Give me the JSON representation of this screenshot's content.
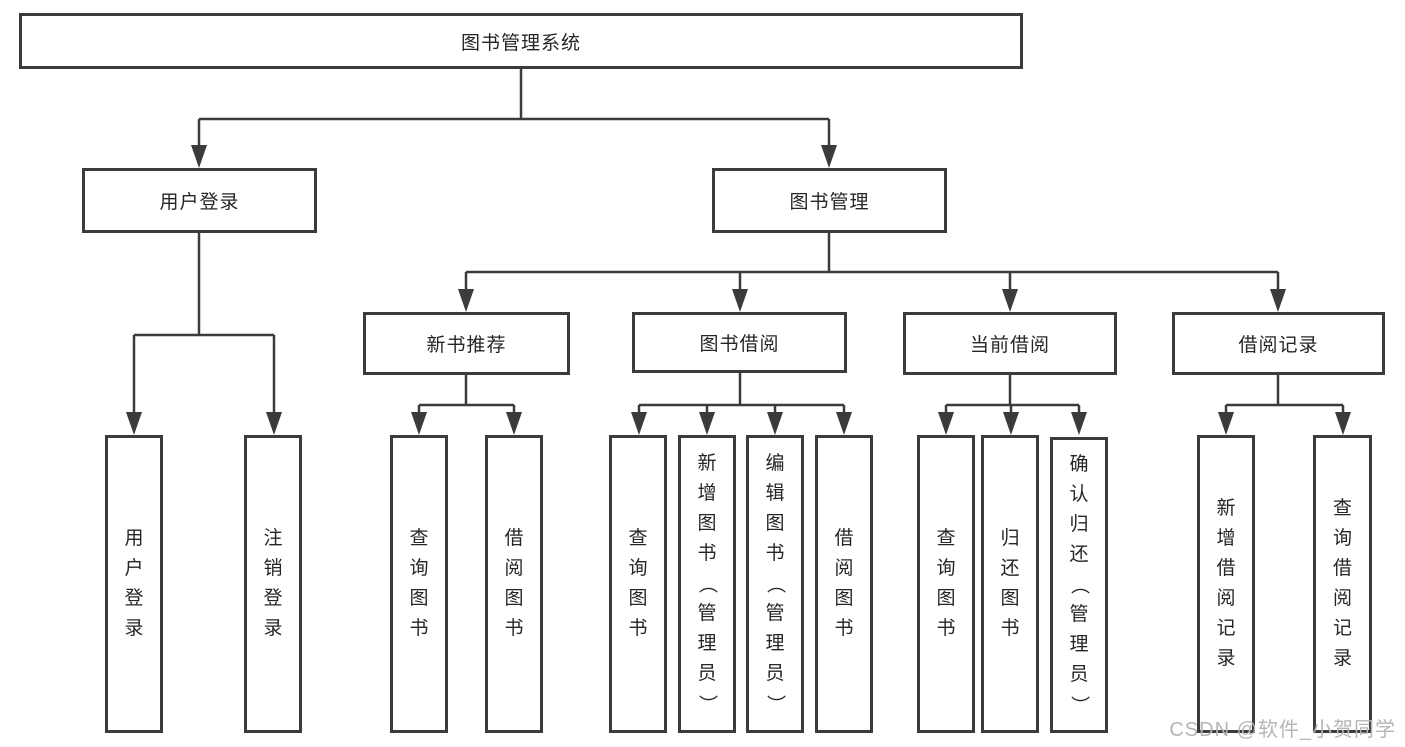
{
  "diagram": {
    "title": "图书管理系统",
    "tree": {
      "label": "图书管理系统",
      "children": [
        {
          "label": "用户登录",
          "children": [
            {
              "label": "用户登录"
            },
            {
              "label": "注销登录"
            }
          ]
        },
        {
          "label": "图书管理",
          "children": [
            {
              "label": "新书推荐",
              "children": [
                {
                  "label": "查询图书"
                },
                {
                  "label": "借阅图书"
                }
              ]
            },
            {
              "label": "图书借阅",
              "children": [
                {
                  "label": "查询图书"
                },
                {
                  "label": "新增图书（管理员）"
                },
                {
                  "label": "编辑图书（管理员）"
                },
                {
                  "label": "借阅图书"
                }
              ]
            },
            {
              "label": "当前借阅",
              "children": [
                {
                  "label": "查询图书"
                },
                {
                  "label": "归还图书"
                },
                {
                  "label": "确认归还（管理员）"
                }
              ]
            },
            {
              "label": "借阅记录",
              "children": [
                {
                  "label": "新增借阅记录"
                },
                {
                  "label": "查询借阅记录"
                }
              ]
            }
          ]
        }
      ]
    },
    "colors": {
      "line": "#3b3b3b",
      "border": "#3b3b3b",
      "text": "#262626",
      "background": "#ffffff",
      "watermark_text": "#b5b5b5"
    }
  },
  "watermark": "CSDN @软件_小贺同学"
}
